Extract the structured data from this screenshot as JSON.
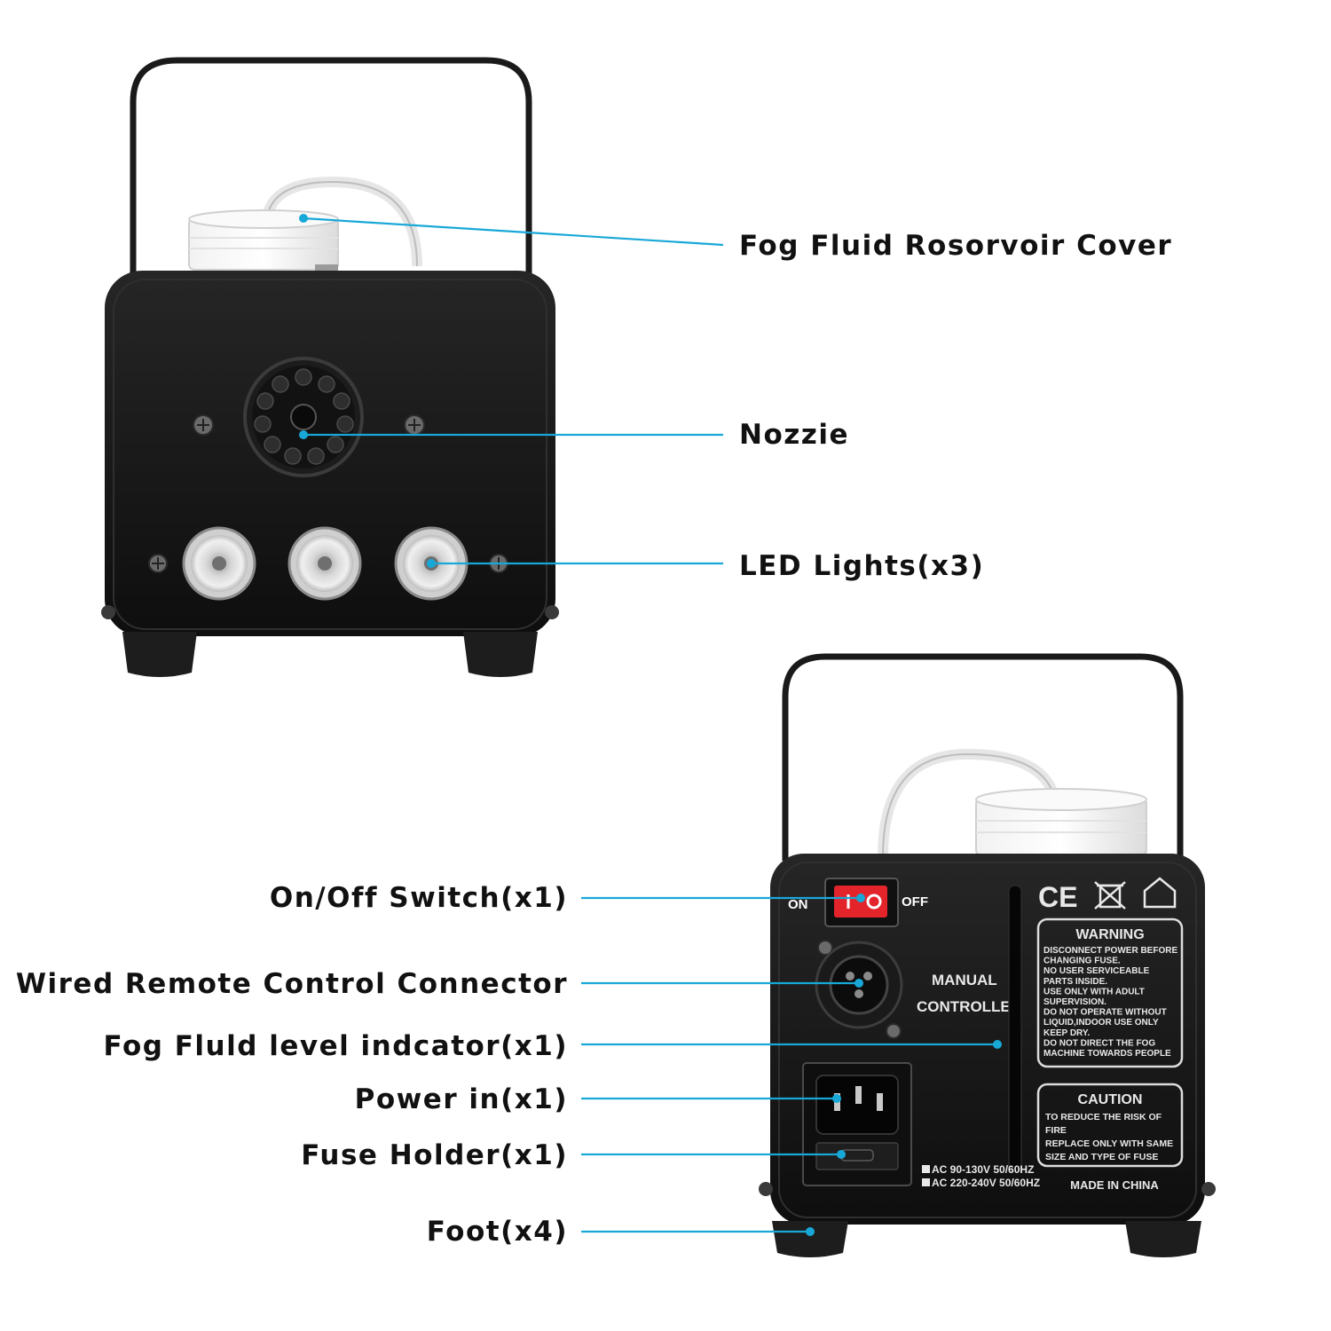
{
  "colors": {
    "accent": "#18a8d8",
    "body": "#161616",
    "switch_red": "#e3242b"
  },
  "callouts": {
    "fog_fluid_cover": "Fog Fluid Rosorvoir Cover",
    "nozzle": "Nozzie",
    "led_lights": "LED Lights(x3)",
    "on_off_switch": "On/Off Switch(x1)",
    "remote_connector": "Wired Remote Control Connector",
    "fluid_level": "Fog Fluld level indcator(x1)",
    "power_in": "Power in(x1)",
    "fuse_holder": "Fuse Holder(x1)",
    "foot": "Foot(x4)"
  },
  "back_panel": {
    "switch_on": "ON",
    "switch_off": "OFF",
    "manual_line1": "MANUAL",
    "manual_line2": "CONTROLLER",
    "warning_title": "WARNING",
    "warning_lines": [
      "DISCONNECT POWER BEFORE",
      "CHANGING FUSE.",
      "NO USER SERVICEABLE",
      "PARTS INSIDE.",
      "USE ONLY  WITH  ADULT",
      "SUPERVISION.",
      "DO NOT OPERATE WITHOUT",
      "LIQUID,INDOOR  USE ONLY",
      "KEEP DRY.",
      "DO NOT DIRECT THE FOG",
      "MACHINE TOWARDS PEOPLE"
    ],
    "caution_title": "CAUTION",
    "caution_lines": [
      "TO REDUCE THE RISK OF",
      "FIRE",
      "REPLACE ONLY WITH  SAME",
      "SIZE AND TYPE OF FUSE"
    ],
    "voltage_1": "AC 90-130V 50/60HZ",
    "voltage_2": "AC 220-240V 50/60HZ",
    "made_in": "MADE IN CHINA",
    "ce_mark": "CE"
  }
}
